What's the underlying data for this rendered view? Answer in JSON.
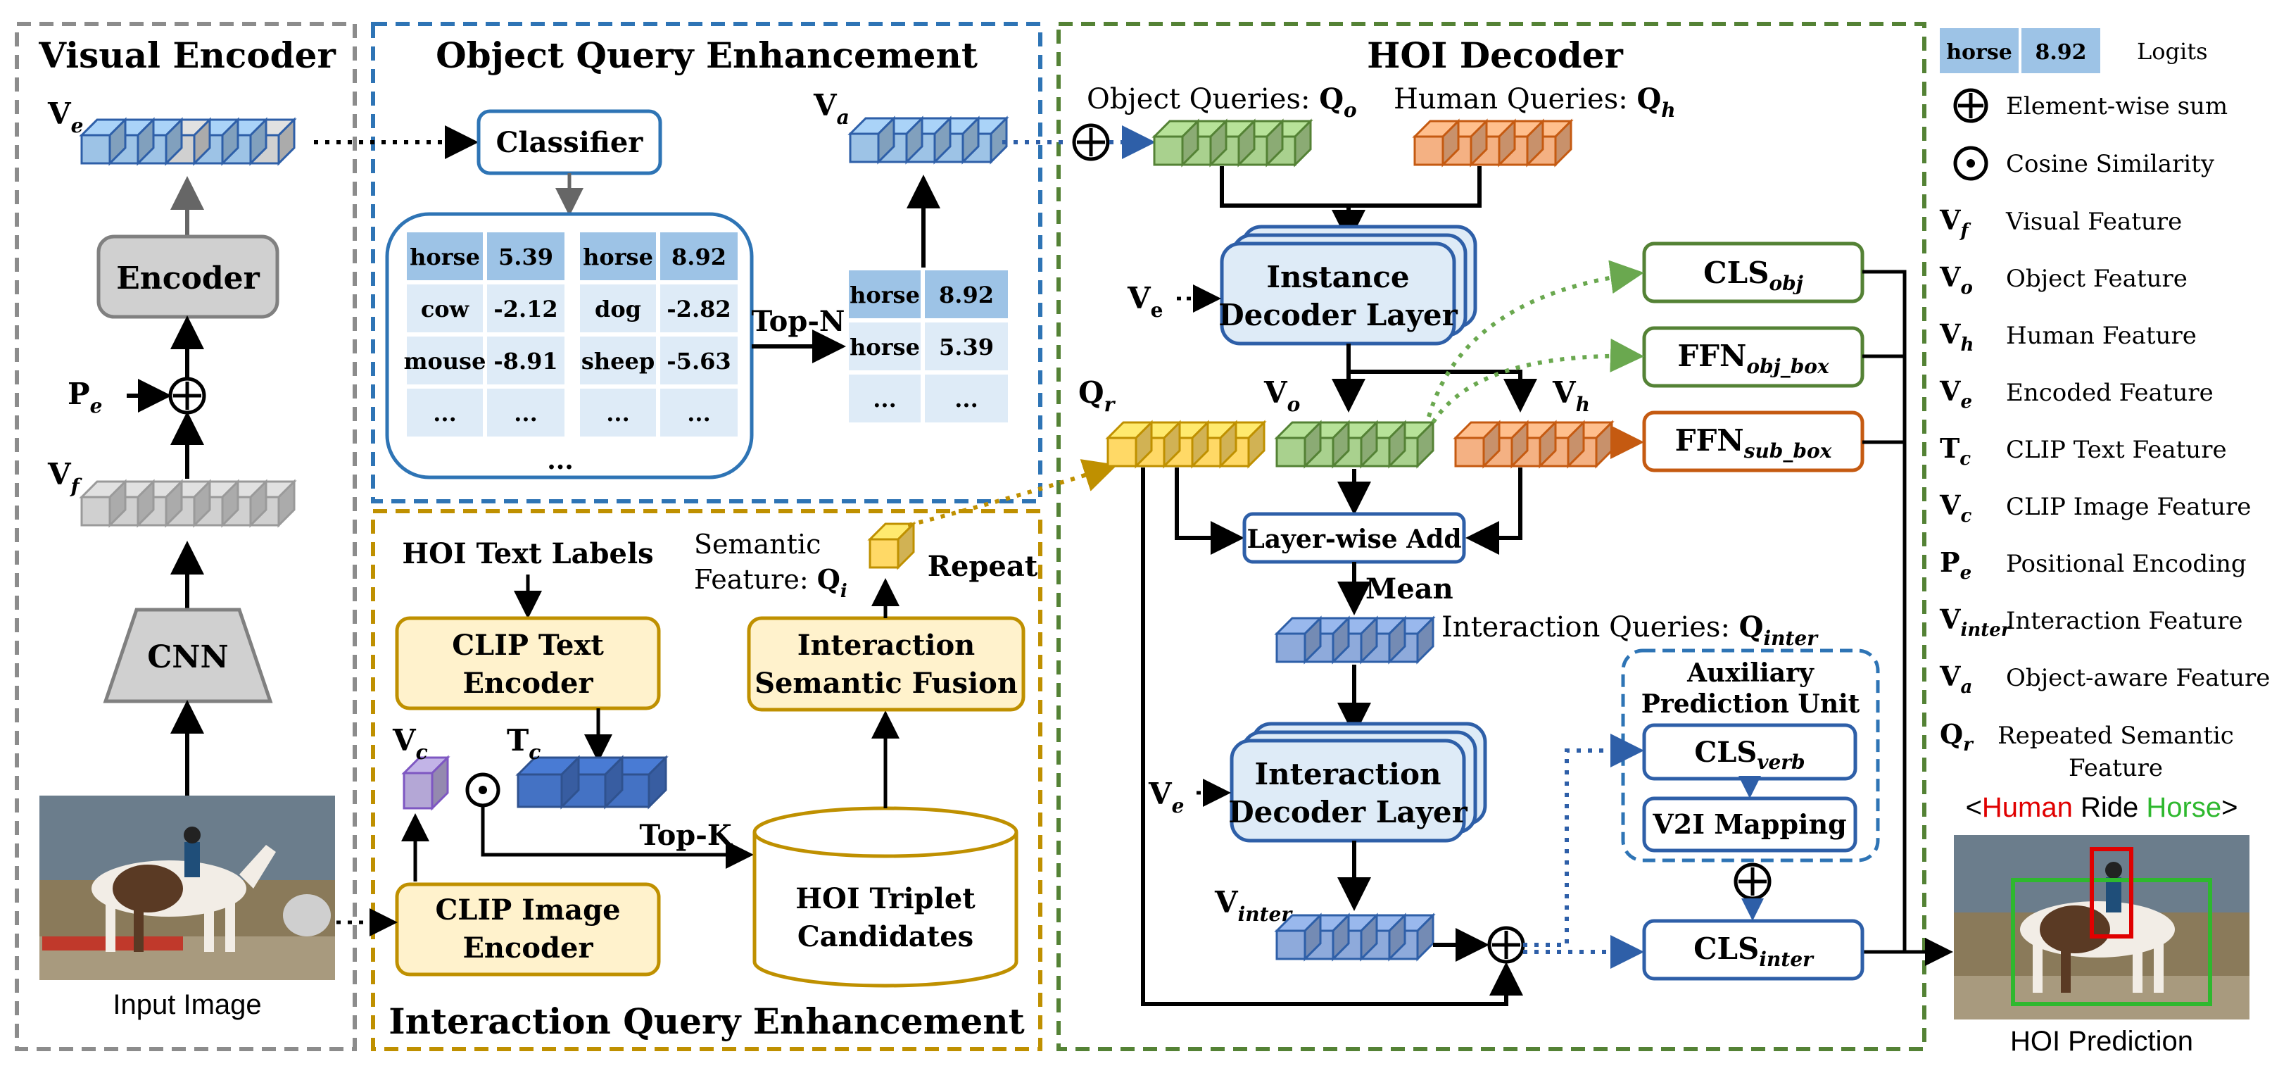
{
  "sections": {
    "visual_encoder": "Visual Encoder",
    "oqe": "Object Query Enhancement",
    "hoi_decoder": "HOI Decoder",
    "iqe": "Interaction Query Enhancement"
  },
  "visual_encoder": {
    "ve_label": "V",
    "ve_sub": "e",
    "encoder": "Encoder",
    "pe_label": "P",
    "pe_sub": "e",
    "vf_label": "V",
    "vf_sub": "f",
    "cnn": "CNN",
    "input_image": "Input Image"
  },
  "oqe": {
    "classifier": "Classifier",
    "ellipsis": "...",
    "table_left": [
      [
        "horse",
        "5.39"
      ],
      [
        "cow",
        "-2.12"
      ],
      [
        "mouse",
        "-8.91"
      ],
      [
        "...",
        "..."
      ]
    ],
    "table_right": [
      [
        "horse",
        "8.92"
      ],
      [
        "dog",
        "-2.82"
      ],
      [
        "sheep",
        "-5.63"
      ],
      [
        "...",
        "..."
      ]
    ],
    "top_n": "Top-N",
    "topn_table": [
      [
        "horse",
        "8.92"
      ],
      [
        "horse",
        "5.39"
      ],
      [
        "...",
        "..."
      ]
    ],
    "va_label": "V",
    "va_sub": "a"
  },
  "iqe": {
    "hoi_text_labels": "HOI Text Labels",
    "clip_text_encoder": [
      "CLIP Text",
      "Encoder"
    ],
    "clip_image_encoder": [
      "CLIP Image",
      "Encoder"
    ],
    "vc_label": "V",
    "vc_sub": "c",
    "tc_label": "T",
    "tc_sub": "c",
    "top_k": "Top-K",
    "triplet": [
      "HOI Triplet",
      "Candidates"
    ],
    "fusion": [
      "Interaction",
      "Semantic Fusion"
    ],
    "semantic_feature": [
      "Semantic",
      "Feature: "
    ],
    "qi_label": "Q",
    "qi_sub": "i",
    "repeat": "Repeat"
  },
  "decoder": {
    "object_queries": "Object Queries: ",
    "qo_label": "Q",
    "qo_sub": "o",
    "human_queries": "Human Queries: ",
    "qh_label": "Q",
    "qh_sub": "h",
    "instance_layer": [
      "Instance",
      "Decoder Layer"
    ],
    "ve_label": "V",
    "ve_sub": "e",
    "qr_label": "Q",
    "qr_sub": "r",
    "vo_label": "V",
    "vo_sub": "o",
    "vh_label": "V",
    "vh_sub": "h",
    "layer_add": "Layer-wise Add",
    "mean": "Mean",
    "interaction_queries": "Interaction Queries: ",
    "qinter_label": "Q",
    "qinter_sub": "inter",
    "interaction_layer": [
      "Interaction",
      "Decoder Layer"
    ],
    "vinter_label": "V",
    "vinter_sub": "inter",
    "cls_obj": "CLS",
    "cls_obj_sub": "obj",
    "ffn_obj": "FFN",
    "ffn_obj_sub": "obj_box",
    "ffn_sub": "FFN",
    "ffn_sub_sub": "sub_box",
    "aux_title": [
      "Auxiliary",
      "Prediction Unit"
    ],
    "cls_verb": "CLS",
    "cls_verb_sub": "verb",
    "v2i": "V2I Mapping",
    "cls_inter": "CLS",
    "cls_inter_sub": "inter"
  },
  "legend": {
    "logit_word": "horse",
    "logit_value": "8.92",
    "logits": "Logits",
    "items": [
      {
        "sym": "V",
        "sub": "f",
        "text": "Visual Feature"
      },
      {
        "sym": "V",
        "sub": "o",
        "text": "Object Feature"
      },
      {
        "sym": "V",
        "sub": "h",
        "text": "Human Feature"
      },
      {
        "sym": "V",
        "sub": "e",
        "text": "Encoded Feature"
      },
      {
        "sym": "T",
        "sub": "c",
        "text": "CLIP Text Feature"
      },
      {
        "sym": "V",
        "sub": "c",
        "text": "CLIP Image Feature"
      },
      {
        "sym": "P",
        "sub": "e",
        "text": "Positional Encoding"
      },
      {
        "sym": "V",
        "sub": "inter",
        "text": "Interaction Feature"
      },
      {
        "sym": "V",
        "sub": "a",
        "text": "Object-aware Feature"
      }
    ],
    "element_sum": "Element-wise sum",
    "cosine": "Cosine Similarity",
    "qr_sym": "Q",
    "qr_sub": "r",
    "qr_text": [
      "Repeated Semantic",
      "Feature"
    ],
    "prediction_parts": [
      "<",
      "Human",
      " Ride ",
      "Horse",
      ">"
    ],
    "hoi_prediction": "HOI Prediction"
  },
  "colors": {
    "blue_section": "#2e74b5",
    "green_section": "#548235",
    "gold_section": "#bf9000",
    "gray_section": "#7f7f7f",
    "feat_blue": "#9dc3e6",
    "feat_green": "#a9d18e",
    "feat_orange": "#f4b183",
    "feat_yellow": "#ffd966",
    "feat_gray": "#d0d0d0",
    "feat_darkblue": "#4472c4",
    "feat_purple": "#b4a7d6",
    "box_yellow": "#fff2cc",
    "box_blue": "#deebf7",
    "human_red": "#e00000",
    "horse_green": "#2eb82e"
  }
}
